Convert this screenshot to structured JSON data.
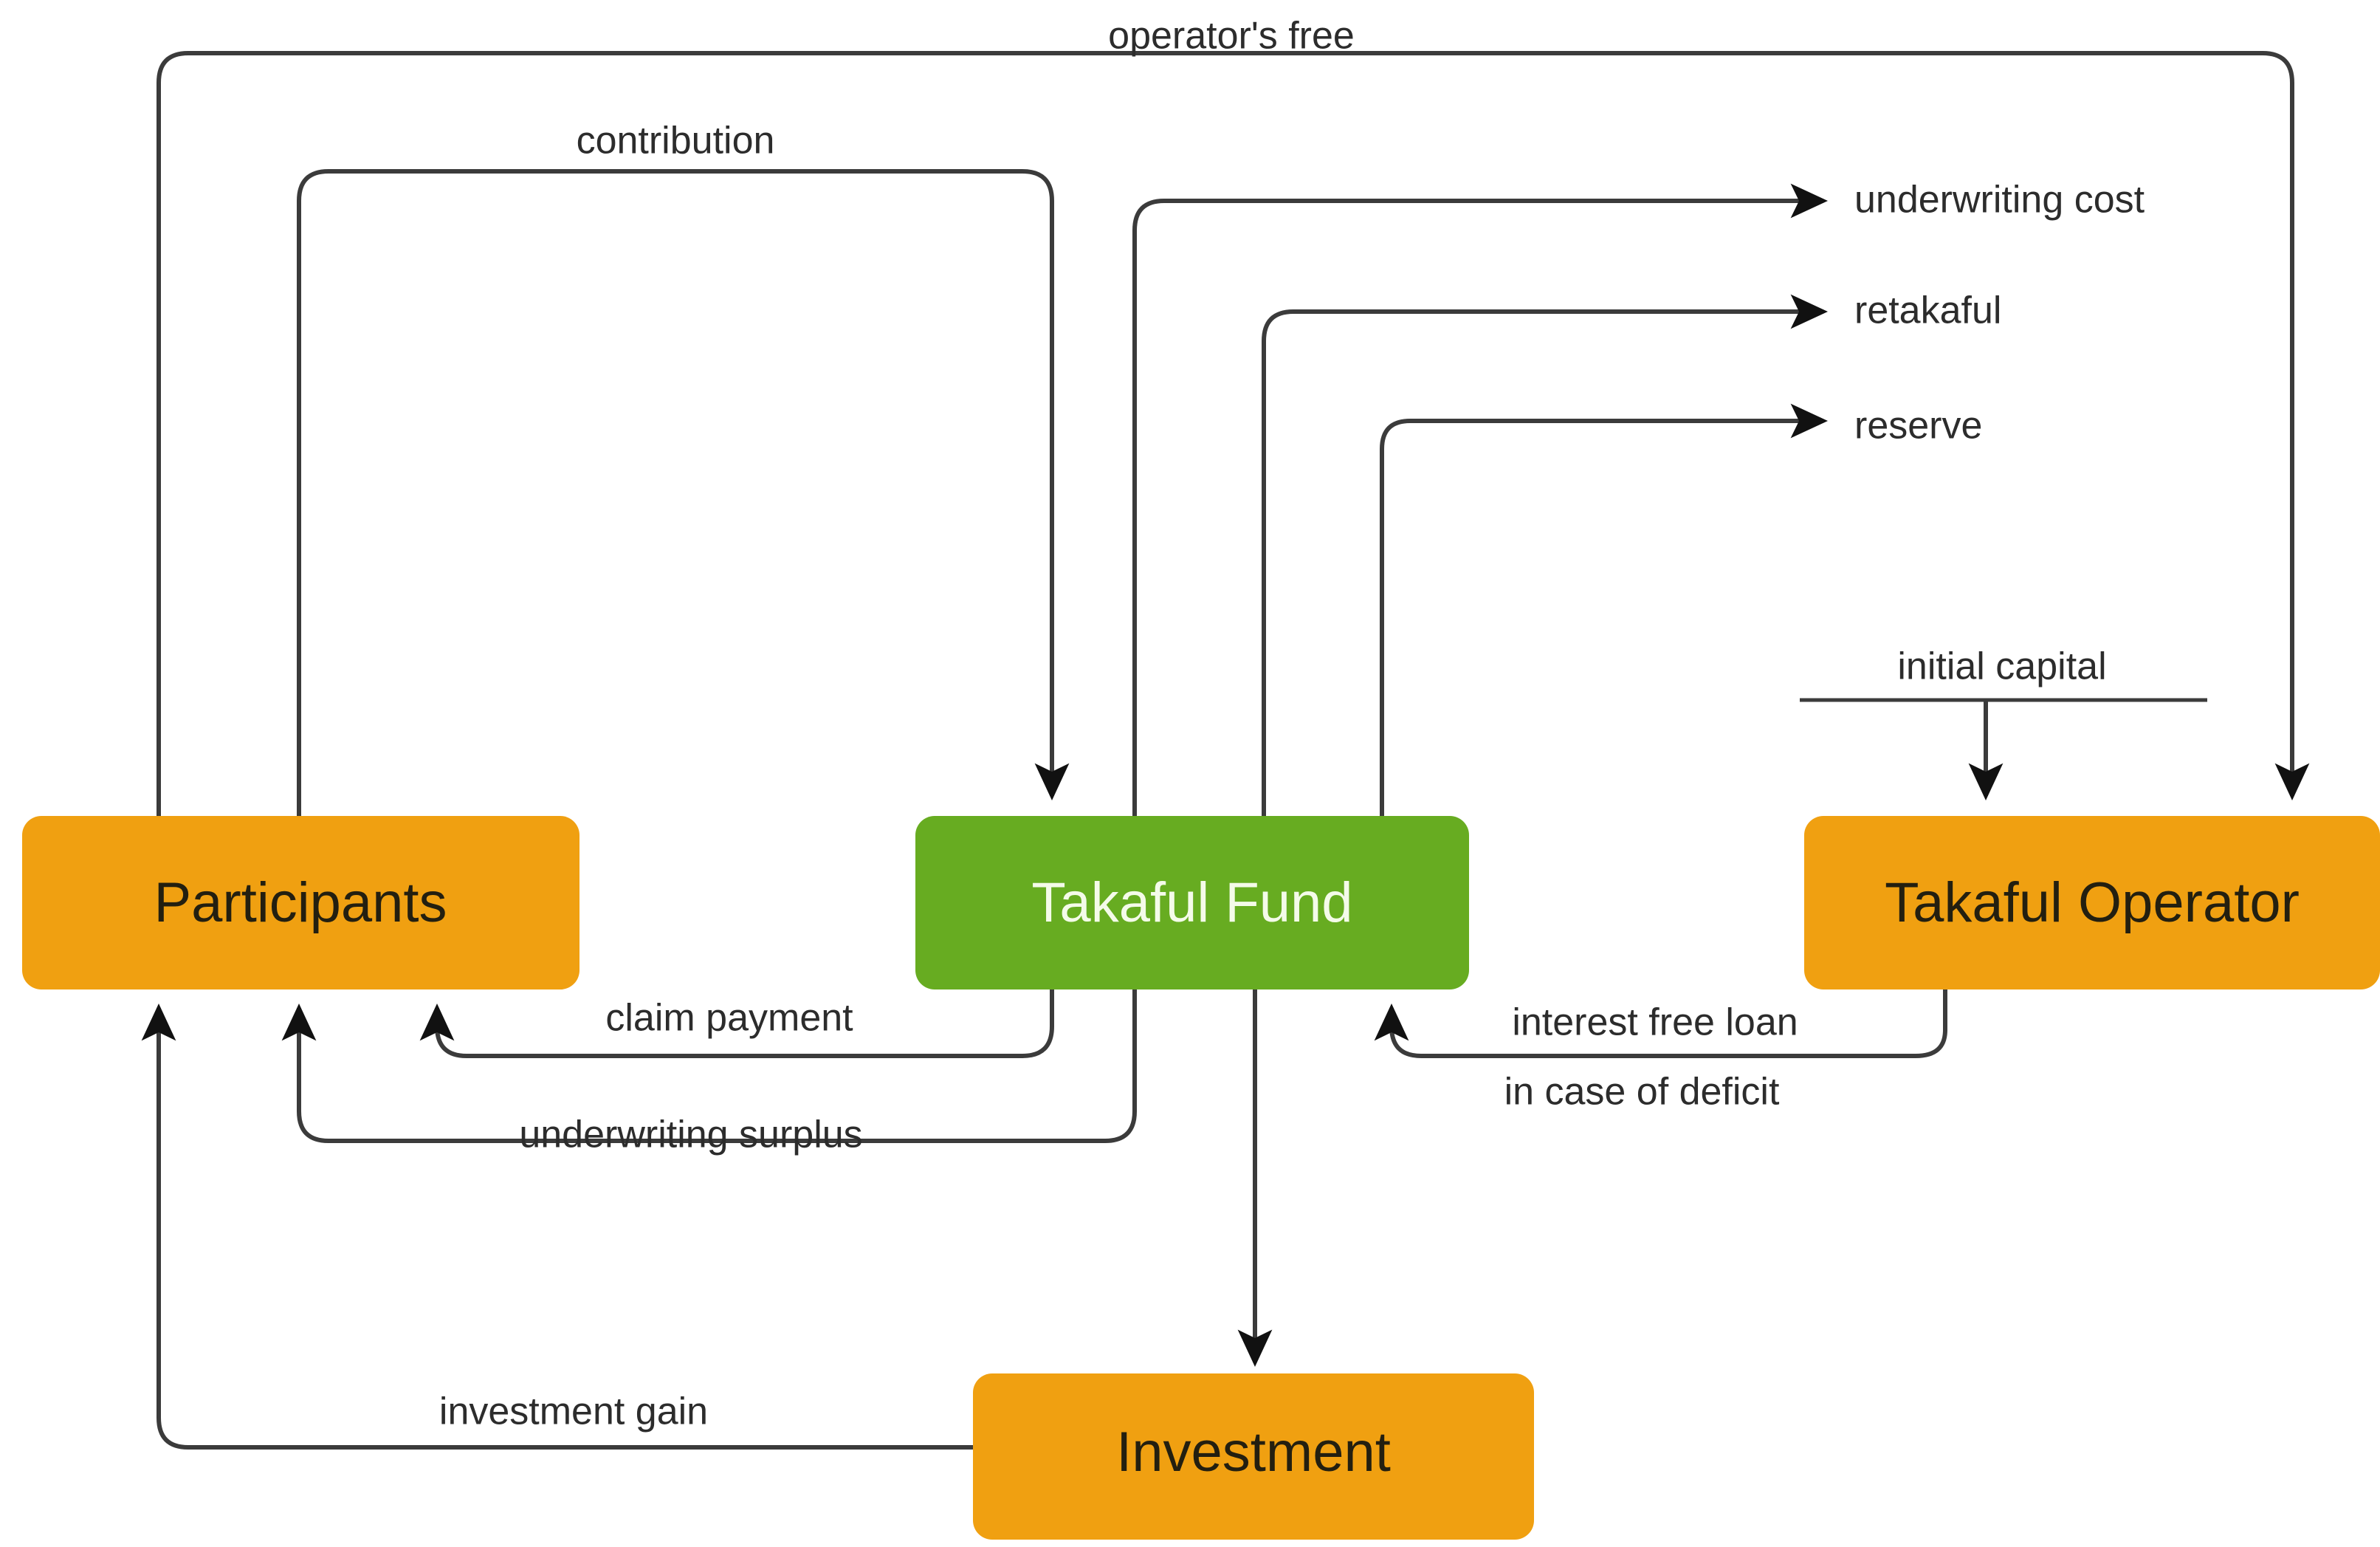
{
  "diagram": {
    "title": "Takaful model flow diagram",
    "colors": {
      "node_orange": "#f0a011",
      "node_green": "#67ac21",
      "edge": "#3b3b3b",
      "background": "#ffffff",
      "label_dark": "#231f10",
      "label_light": "#f4fbe9"
    },
    "nodes": [
      {
        "id": "participants",
        "label": "Participants",
        "color": "#f0a011",
        "text_color": "#231f10"
      },
      {
        "id": "takaful_fund",
        "label": "Takaful Fund",
        "color": "#67ac21",
        "text_color": "#f4fbe9"
      },
      {
        "id": "takaful_operator",
        "label": "Takaful Operator",
        "color": "#f0a011",
        "text_color": "#231f10"
      },
      {
        "id": "investment",
        "label": "Investment",
        "color": "#f0a011",
        "text_color": "#231f10"
      }
    ],
    "edges": [
      {
        "id": "operators_free",
        "label": "operator's free",
        "from": "participants",
        "to": "takaful_operator"
      },
      {
        "id": "contribution",
        "label": "contribution",
        "from": "participants",
        "to": "takaful_fund"
      },
      {
        "id": "underwriting_cost",
        "label": "underwriting cost",
        "from": "takaful_fund",
        "to": ""
      },
      {
        "id": "retakaful",
        "label": "retakaful",
        "from": "takaful_fund",
        "to": ""
      },
      {
        "id": "reserve",
        "label": "reserve",
        "from": "takaful_fund",
        "to": ""
      },
      {
        "id": "initial_capital",
        "label": "initial capital",
        "from": "",
        "to": "takaful_operator"
      },
      {
        "id": "claim_payment",
        "label": "claim payment",
        "from": "takaful_fund",
        "to": "participants"
      },
      {
        "id": "underwriting_surplus",
        "label": "underwriting surplus",
        "from": "takaful_fund",
        "to": "participants"
      },
      {
        "id": "interest_free_loan_line1",
        "label": "interest free loan",
        "from": "takaful_operator",
        "to": "takaful_fund"
      },
      {
        "id": "interest_free_loan_line2",
        "label": "in case of deficit",
        "from": "takaful_operator",
        "to": "takaful_fund"
      },
      {
        "id": "investment_gain",
        "label": "investment gain",
        "from": "investment",
        "to": "participants"
      }
    ]
  }
}
